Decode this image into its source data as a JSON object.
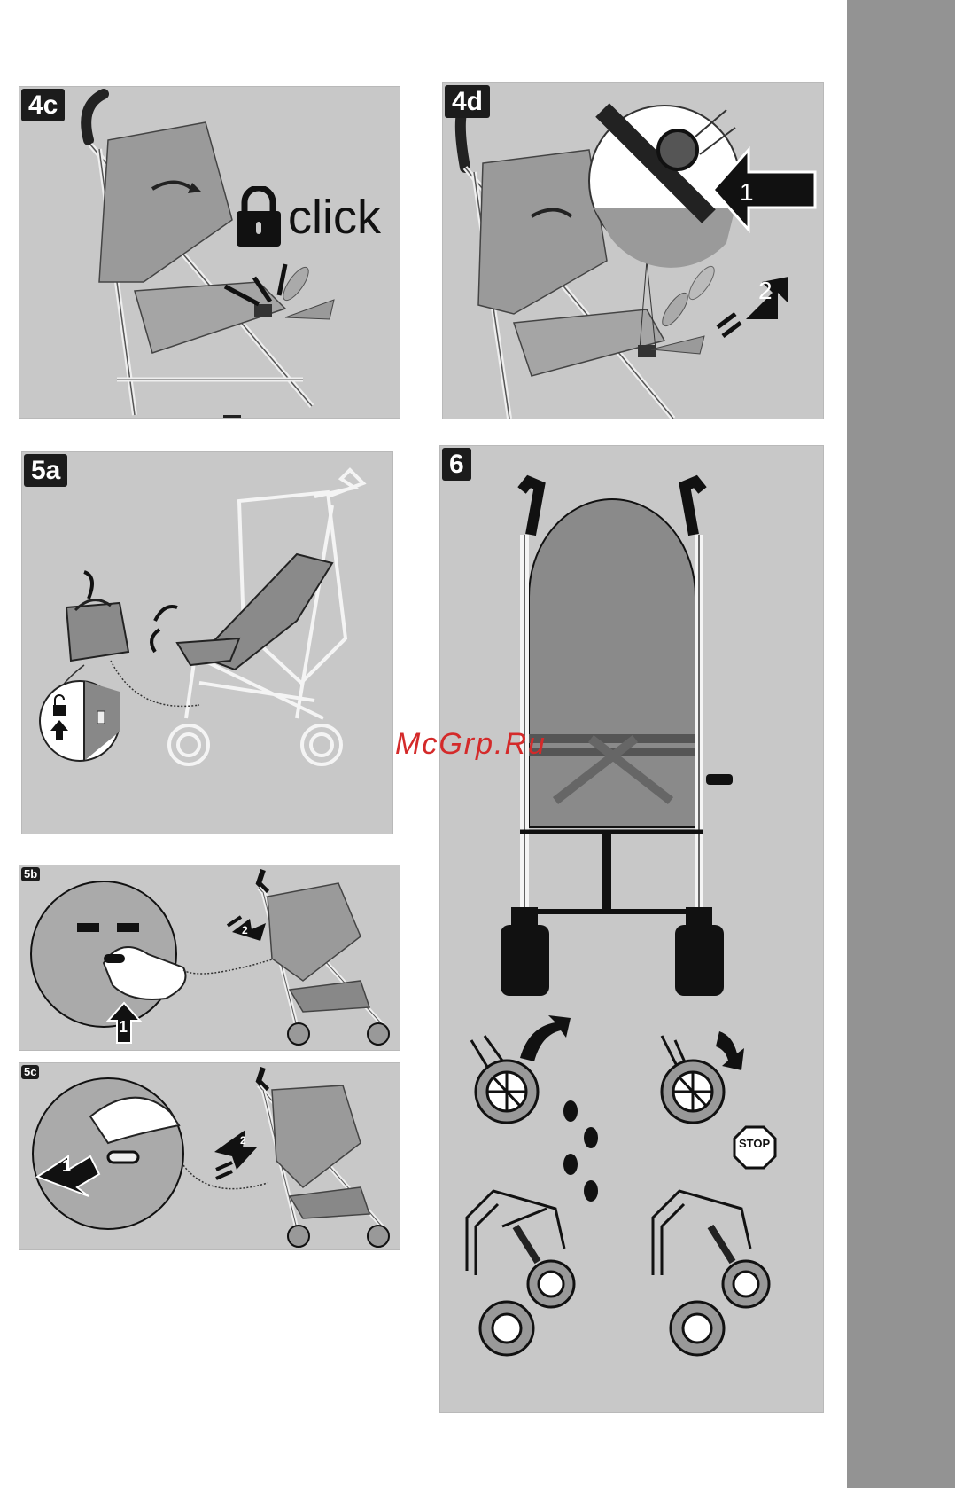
{
  "panels": {
    "p4c": {
      "label": "4c",
      "caption": "click"
    },
    "p4d": {
      "label": "4d",
      "arrow1": "1",
      "arrow2": "2"
    },
    "p5a": {
      "label": "5a"
    },
    "p5b": {
      "label": "5b",
      "arrow1": "1",
      "arrow2": "2"
    },
    "p5c": {
      "label": "5c",
      "arrow1": "1",
      "arrow2": "2"
    },
    "p6": {
      "label": "6",
      "stop_sign": "STOP"
    }
  },
  "watermark": "McGrp.Ru",
  "colors": {
    "panel_bg": "#c8c8c8",
    "side_tab": "#939393",
    "label_bg": "#1c1c1c",
    "watermark": "#d42a2a"
  },
  "icons": [
    "padlock-icon",
    "arrow-icon",
    "footprint-icon",
    "stop-sign-icon"
  ]
}
